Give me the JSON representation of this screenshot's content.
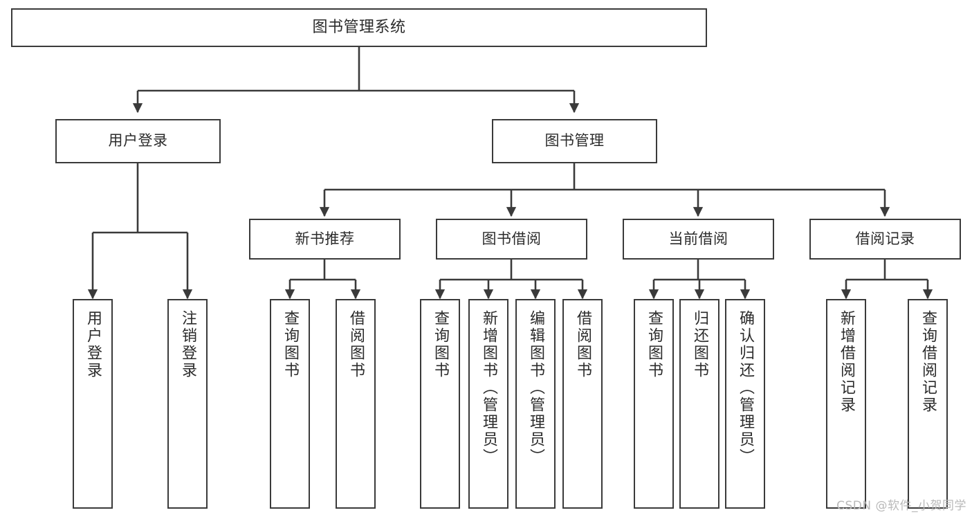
{
  "diagram": {
    "title": "图书管理系统",
    "watermark": "CSDN @软件_小贺同学",
    "line_color": "#3a3a3a",
    "box_fill": "#ffffff",
    "text_color": "#2b2b2b",
    "nodes": {
      "root": {
        "label": "图书管理系统"
      },
      "level1": [
        {
          "id": "user-login",
          "label": "用户登录"
        },
        {
          "id": "book-manage",
          "label": "图书管理"
        }
      ],
      "level2": [
        {
          "id": "new-book-recommend",
          "label": "新书推荐"
        },
        {
          "id": "book-borrow",
          "label": "图书借阅"
        },
        {
          "id": "current-borrow",
          "label": "当前借阅"
        },
        {
          "id": "borrow-record",
          "label": "借阅记录"
        }
      ],
      "leaves": {
        "user_login": [
          {
            "id": "leaf-user-login",
            "label": "用户登录"
          },
          {
            "id": "leaf-logout",
            "label": "注销登录"
          }
        ],
        "new_book_recommend": [
          {
            "id": "leaf-query-book-1",
            "label": "查询图书"
          },
          {
            "id": "leaf-borrow-book-1",
            "label": "借阅图书"
          }
        ],
        "book_borrow": [
          {
            "id": "leaf-query-book-2",
            "label": "查询图书"
          },
          {
            "id": "leaf-add-book",
            "label": "新增图书（管理员）"
          },
          {
            "id": "leaf-edit-book",
            "label": "编辑图书（管理员）"
          },
          {
            "id": "leaf-borrow-book-2",
            "label": "借阅图书"
          }
        ],
        "current_borrow": [
          {
            "id": "leaf-query-book-3",
            "label": "查询图书"
          },
          {
            "id": "leaf-return-book",
            "label": "归还图书"
          },
          {
            "id": "leaf-confirm-return",
            "label": "确认归还（管理员）"
          }
        ],
        "borrow_record": [
          {
            "id": "leaf-add-record",
            "label": "新增借阅记录"
          },
          {
            "id": "leaf-query-record",
            "label": "查询借阅记录"
          }
        ]
      }
    }
  }
}
